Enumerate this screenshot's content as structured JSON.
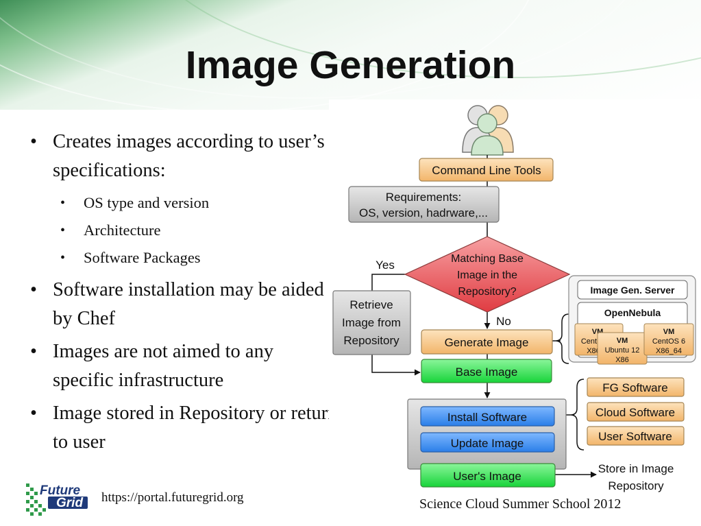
{
  "title": "Image Generation",
  "bullets": [
    {
      "text": "Creates images according to user’s specifications:",
      "sub": [
        "OS type and version",
        "Architecture",
        "Software Packages"
      ]
    },
    {
      "text": "Software installation may be aided by Chef",
      "sub": []
    },
    {
      "text": "Images are not aimed to any specific infrastructure",
      "sub": []
    },
    {
      "text": "Image stored in Repository or returned to user",
      "sub": []
    }
  ],
  "bullet_glyph": "•",
  "diagram": {
    "users_icon": "users-group-icon",
    "command_line_tools": "Command Line Tools",
    "requirements_line1": "Requirements:",
    "requirements_line2": "OS, version, hadrware,...",
    "decision_line1": "Matching Base",
    "decision_line2": "Image in the",
    "decision_line3": "Repository?",
    "yes_label": "Yes",
    "no_label": "No",
    "retrieve_line1": "Retrieve",
    "retrieve_line2": "Image from",
    "retrieve_line3": "Repository",
    "generate_image": "Generate Image",
    "base_image": "Base Image",
    "install_software": "Install Software",
    "update_image": "Update Image",
    "users_image": "User's Image",
    "store_line1": "Store in Image",
    "store_line2": "Repository",
    "server_label": "Image Gen. Server",
    "opennebula_label": "OpenNebula",
    "vm1_title": "VM",
    "vm1_line1": "CentOS 5",
    "vm1_line2": "X86",
    "vm2_title": "VM",
    "vm2_line1": "Ubuntu 12",
    "vm2_line2": "X86",
    "vm3_title": "VM",
    "vm3_line1": "CentOS 6",
    "vm3_line2": "X86_64",
    "fg_software": "FG Software",
    "cloud_software": "Cloud Software",
    "user_software": "User Software"
  },
  "footer": {
    "url": "https://portal.futuregrid.org",
    "school": "Science Cloud Summer School 2012",
    "logo_line1": "Future",
    "logo_line2": "Grid"
  },
  "colors": {
    "orange_box": "#f7c98a",
    "green_box": "#2ee84a",
    "blue_box": "#3a8ef2",
    "gray_box": "#c9c9c9",
    "decision": "#e8565a",
    "logo_blue": "#1f3a7a"
  }
}
